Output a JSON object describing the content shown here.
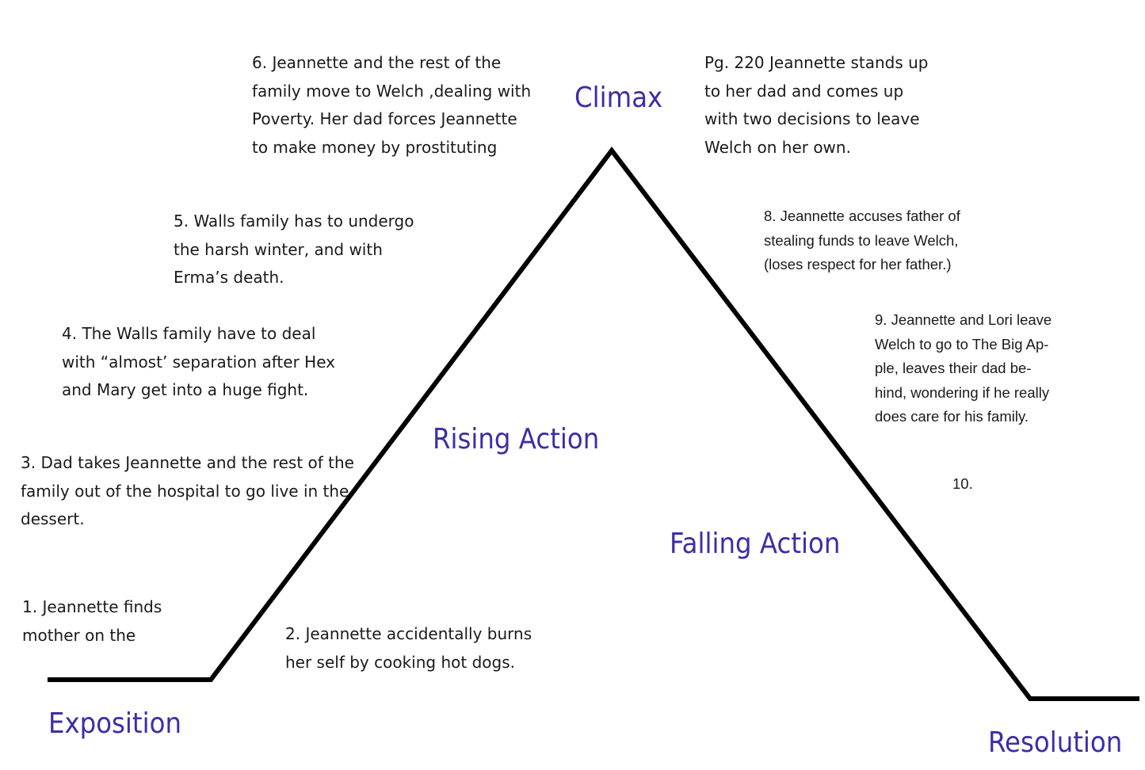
{
  "colors": {
    "stage_label": "#3a2fa8",
    "plot_line": "#000000",
    "note_text": "#1a1a1a"
  },
  "stages": {
    "exposition": "Exposition",
    "rising_action": "Rising Action",
    "climax": "Climax",
    "falling_action": "Falling Action",
    "resolution": "Resolution"
  },
  "events": {
    "e1": "1. Jeannette finds\nmother on the",
    "e2": "2. Jeannette accidentally burns\nher self by cooking hot dogs.",
    "e3": "3. Dad takes Jeannette and the rest of the\nfamily out of the hospital to go live in the\ndessert.",
    "e4": "4. The Walls family have to deal\nwith “almost’ separation after Hex\nand Mary get into a huge fight.",
    "e5": "5. Walls family has to undergo\nthe harsh winter, and with\nErma’s death.",
    "e6": "6. Jeannette and the rest of the\nfamily move to Welch ,dealing with\nPoverty. Her dad forces Jeannette\nto make money by prostituting",
    "e7": "Pg. 220 Jeannette stands up\nto her dad and comes up\nwith two decisions to leave\nWelch on her own.",
    "e8": "8. Jeannette accuses father of\nstealing funds to leave Welch,\n(loses respect for her father.)",
    "e9": "9. Jeannette and Lori leave\nWelch to go to The Big Ap-\nple, leaves their dad be-\nhind, wondering if he really\ndoes care for his family.",
    "e10": "10."
  }
}
